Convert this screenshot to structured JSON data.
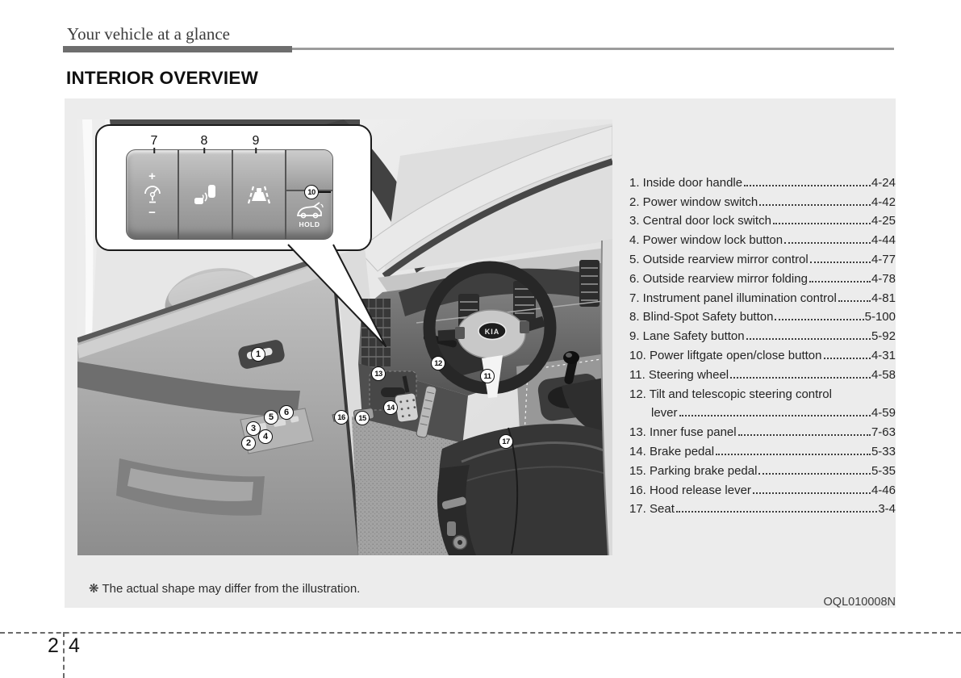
{
  "header": {
    "breadcrumb": "Your vehicle at a glance"
  },
  "title": "INTERIOR OVERVIEW",
  "callout": {
    "labels": [
      "7",
      "8",
      "9",
      "10"
    ],
    "plus": "+",
    "minus": "−",
    "hold": "HOLD"
  },
  "diagram": {
    "badge": "KIA",
    "markers": [
      "1",
      "2",
      "3",
      "4",
      "5",
      "6",
      "11",
      "12",
      "13",
      "14",
      "15",
      "16",
      "17"
    ]
  },
  "legend": [
    {
      "text": "1. Inside door handle",
      "page": "4-24"
    },
    {
      "text": "2. Power window switch",
      "page": "4-42"
    },
    {
      "text": "3. Central door lock switch",
      "page": "4-25"
    },
    {
      "text": "4. Power window lock button",
      "page": "4-44"
    },
    {
      "text": "5. Outside rearview mirror control",
      "page": "4-77"
    },
    {
      "text": "6. Outside rearview mirror folding",
      "page": "4-78"
    },
    {
      "text": "7. Instrument panel illumination control",
      "page": "4-81"
    },
    {
      "text": "8. Blind-Spot Safety button",
      "page": "5-100"
    },
    {
      "text": "9. Lane Safety button",
      "page": "5-92"
    },
    {
      "text": "10. Power liftgate open/close button",
      "page": "4-31"
    },
    {
      "text": "11. Steering wheel",
      "page": "4-58"
    },
    {
      "text": "12. Tilt and telescopic steering control",
      "page": ""
    },
    {
      "text": "lever",
      "page": "4-59"
    },
    {
      "text": "13. Inner fuse panel",
      "page": "7-63"
    },
    {
      "text": "14. Brake pedal",
      "page": "5-33"
    },
    {
      "text": "15. Parking brake pedal",
      "page": "5-35"
    },
    {
      "text": "16. Hood release lever",
      "page": "4-46"
    },
    {
      "text": "17. Seat",
      "page": "3-4"
    }
  ],
  "footnote": "❋ The actual shape may differ from the illustration.",
  "image_code": "OQL010008N",
  "page_footer": {
    "chapter": "2",
    "page": "4"
  }
}
